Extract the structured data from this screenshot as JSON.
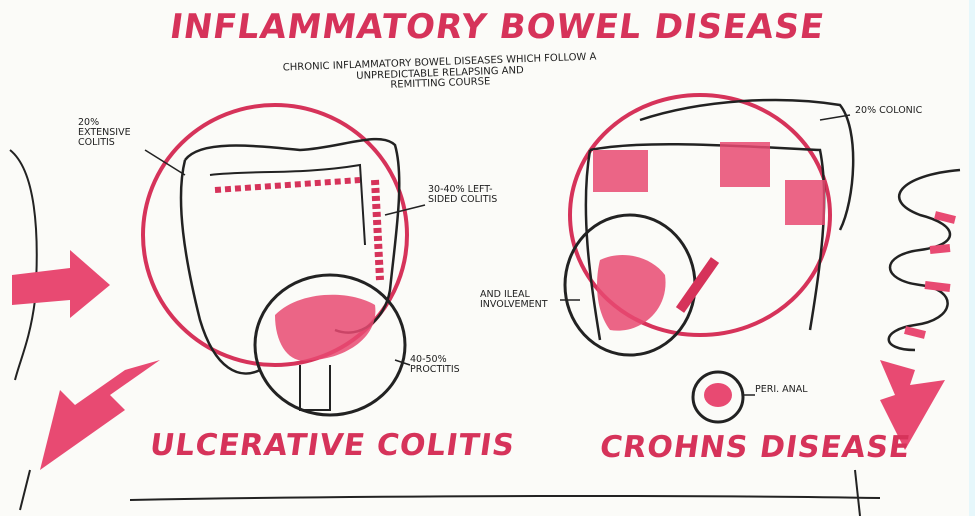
{
  "title": "INFLAMMATORY BOWEL DISEASE",
  "subtitle_line1": "CHRONIC INFLAMMATORY BOWEL DISEASES WHICH FOLLOW A",
  "subtitle_line2": "UNPREDICTABLE RELAPSING AND",
  "subtitle_line3": "REMITTING COURSE",
  "left_panel": {
    "label_extensive": "20% EXTENSIVE COLITIS",
    "label_leftsided": "30-40% LEFT-SIDED COLITIS",
    "label_proctitis": "40-50% PROCTITIS",
    "disease_name": "ULCERATIVE COLITIS"
  },
  "right_panel": {
    "label_colonic": "20% COLONIC",
    "label_ileal": "AND ILEAL INVOLVEMENT",
    "label_perianal": "PERI. ANAL",
    "disease_name": "CROHNS DISEASE"
  },
  "colors": {
    "accent": "#d6335a",
    "ink": "#222222",
    "fill_light": "#f0b5c4"
  }
}
